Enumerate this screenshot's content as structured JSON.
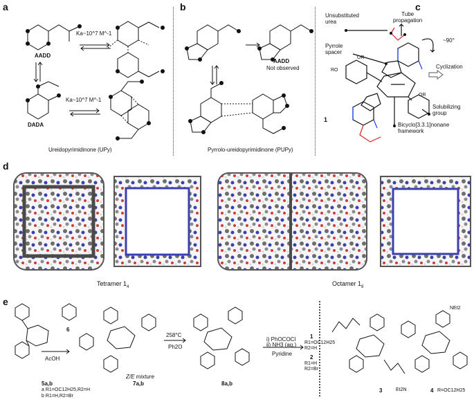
{
  "figure": {
    "panels": {
      "a": {
        "letter": "a",
        "aadd_label": "AADD",
        "dada_label": "DADA",
        "k_top": "Ka~10^7 M^-1",
        "k_bottom": "Ka~10^7 M^-1",
        "caption": "Ureidopyrimidinone (UPy)"
      },
      "b": {
        "letter": "b",
        "aadd_label": "AADD",
        "not_observed": "Not observed",
        "caption": "Pyrrolo-ureidopyrimidinone (PUPy)"
      },
      "c": {
        "letter": "c",
        "tube_propagation": "Tube\npropagation",
        "unsubstituted_urea": "Unsubstituted\nurea",
        "pyrrole_spacer": "Pyrrole\nspacer",
        "angle": "~90°",
        "cyclization": "Cyclization",
        "solubilizing_group": "Solubilizing\ngroup",
        "bicyclo": "Bicyclo[3.3.1]nonane\nframework",
        "compound": "1",
        "ro_top": "OR",
        "ro_left": "RO",
        "ro_bottom": "OR"
      },
      "d": {
        "letter": "d",
        "tetramer_label": "Tetramer 1",
        "tetramer_sub": "4",
        "octamer_label": "Octamer 1",
        "octamer_sub": "8"
      },
      "e": {
        "letter": "e",
        "reagent1": "AcOH",
        "compound5": "5a,b",
        "compound6": "6",
        "compound7": "7a,b",
        "ze_mixture": "Z/E mixture",
        "variant_a": "a R1=OC12H25,R2=H",
        "variant_b": "b R1=H,R2=Br",
        "temp": "258°C",
        "ph2o": "Ph2O",
        "compound8": "8a,b",
        "step_i": "i) PhOCOCl",
        "step_ii": "ii) NH3 (aq.)",
        "pyridine": "Pyridine",
        "product1": "1",
        "product1_r": "R1=OC12H25",
        "product1_r2": "R2=H",
        "product2": "2",
        "product2_r": "R1=H",
        "product2_r2": "R2=Br",
        "compound3": "3",
        "compound4": "4",
        "compound4_r": "R=OC12H25",
        "net2_label": "NEt2",
        "et2n_label": "Et2N"
      }
    },
    "colors": {
      "carbon": "#5a5a5a",
      "nitrogen": "#3b3fb0",
      "oxygen": "#d23a3a",
      "hydrogen": "#d8d8d8",
      "bond": "#111111",
      "highlight_blue": "#1a3cff",
      "highlight_red": "#e02020"
    }
  }
}
